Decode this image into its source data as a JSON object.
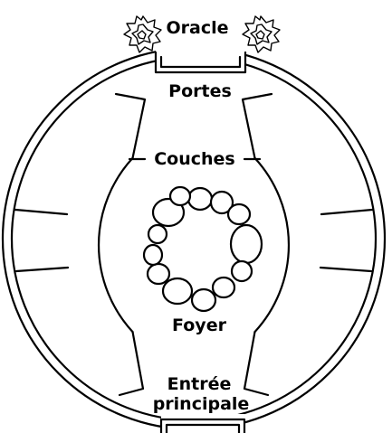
{
  "labels": {
    "oracle": "Oracle",
    "gates": "Portes",
    "couches": "Couches",
    "hearth": "Foyer",
    "entrance_line1": "Entrée",
    "entrance_line2": "principale"
  },
  "colors": {
    "ink": "#000000",
    "paper": "#ffffff"
  },
  "icons": {
    "left_plant": "oracle-plant-icon",
    "right_plant": "oracle-plant-icon"
  }
}
